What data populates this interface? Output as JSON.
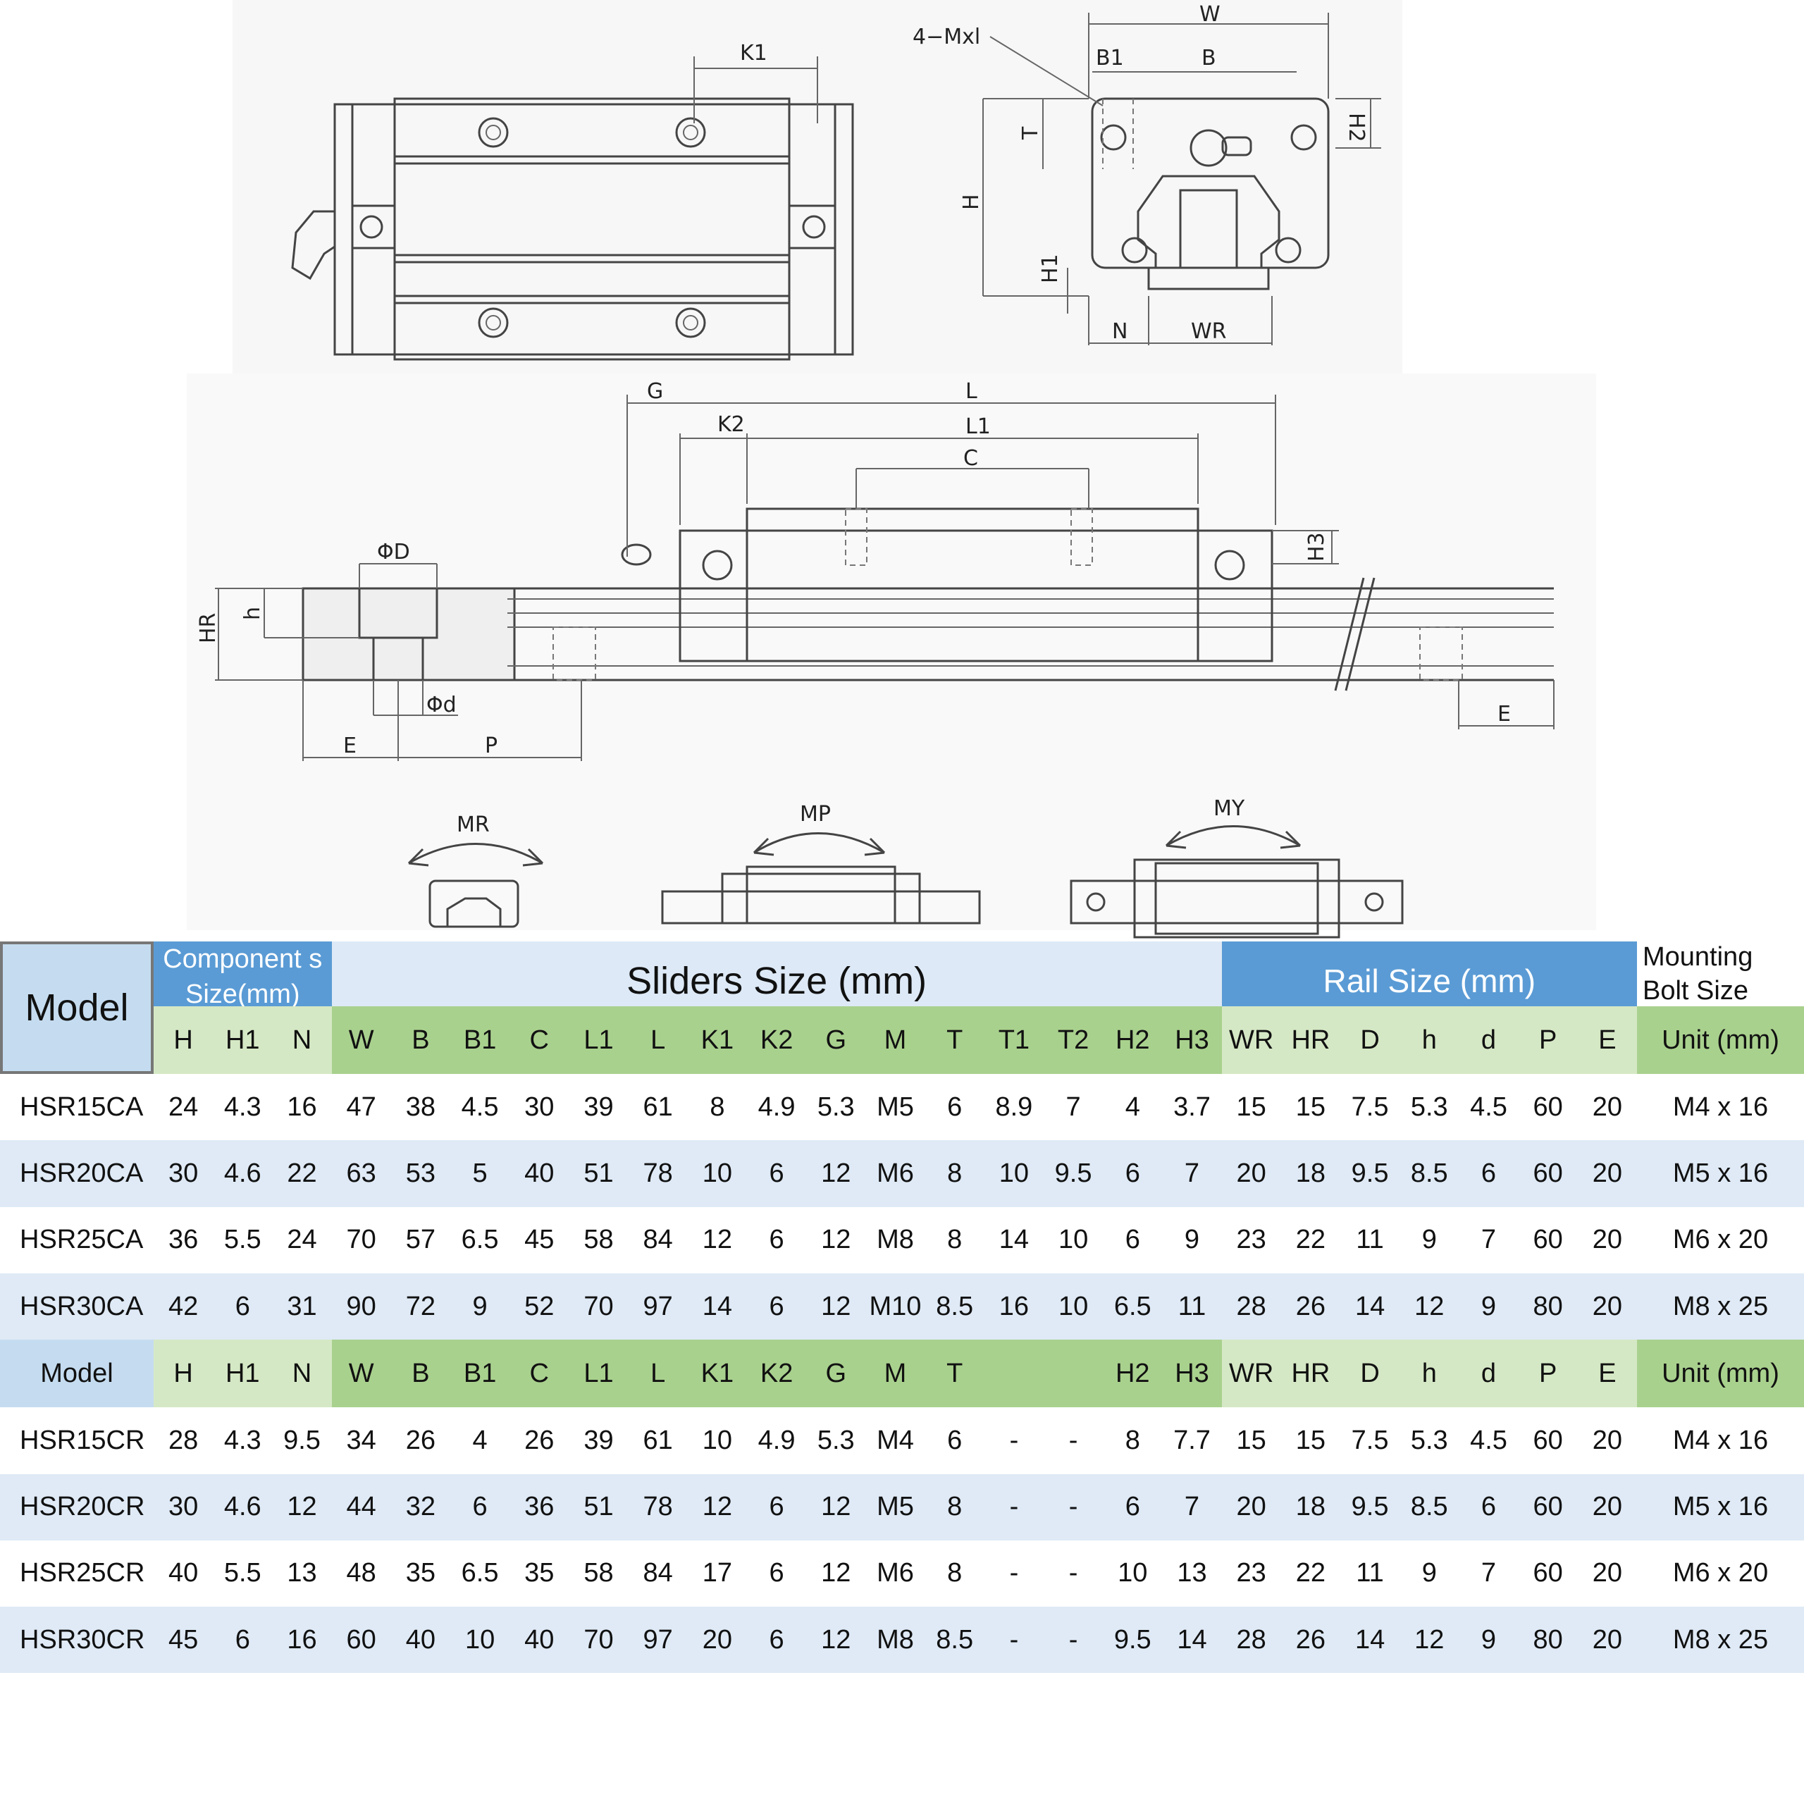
{
  "drawing": {
    "labels": {
      "k1": "K1",
      "mxl": "4−Mxl",
      "w": "W",
      "b1": "B1",
      "b": "B",
      "t": "T",
      "h2": "H2",
      "h": "H",
      "h1": "H1",
      "n": "N",
      "wr": "WR",
      "g": "G",
      "l": "L",
      "k2": "K2",
      "l1": "L1",
      "c": "C",
      "h3": "H3",
      "phi_d_big": "ΦD",
      "hr": "HR",
      "h_small": "h",
      "phi_d_small": "Φd",
      "e_left": "E",
      "p": "P",
      "e_right": "E",
      "mr": "MR",
      "mp": "MP",
      "my": "MY"
    }
  },
  "table": {
    "header": {
      "model": "Model",
      "component_size": "Component s Size(mm)",
      "sliders_size": "Sliders Size (mm)",
      "rail_size": "Rail Size (mm)",
      "mounting_bolt_size": "Mounting Bolt Size"
    },
    "columns": [
      "H",
      "H1",
      "N",
      "W",
      "B",
      "B1",
      "C",
      "L1",
      "L",
      "K1",
      "K2",
      "G",
      "M",
      "T",
      "T1",
      "T2",
      "H2",
      "H3",
      "WR",
      "HR",
      "D",
      "h",
      "d",
      "P",
      "E",
      "Unit (mm)"
    ],
    "ca_rows": [
      [
        "HSR15CA",
        "24",
        "4.3",
        "16",
        "47",
        "38",
        "4.5",
        "30",
        "39",
        "61",
        "8",
        "4.9",
        "5.3",
        "M5",
        "6",
        "8.9",
        "7",
        "4",
        "3.7",
        "15",
        "15",
        "7.5",
        "5.3",
        "4.5",
        "60",
        "20",
        "M4 x 16"
      ],
      [
        "HSR20CA",
        "30",
        "4.6",
        "22",
        "63",
        "53",
        "5",
        "40",
        "51",
        "78",
        "10",
        "6",
        "12",
        "M6",
        "8",
        "10",
        "9.5",
        "6",
        "7",
        "20",
        "18",
        "9.5",
        "8.5",
        "6",
        "60",
        "20",
        "M5 x 16"
      ],
      [
        "HSR25CA",
        "36",
        "5.5",
        "24",
        "70",
        "57",
        "6.5",
        "45",
        "58",
        "84",
        "12",
        "6",
        "12",
        "M8",
        "8",
        "14",
        "10",
        "6",
        "9",
        "23",
        "22",
        "11",
        "9",
        "7",
        "60",
        "20",
        "M6 x 20"
      ],
      [
        "HSR30CA",
        "42",
        "6",
        "31",
        "90",
        "72",
        "9",
        "52",
        "70",
        "97",
        "14",
        "6",
        "12",
        "M10",
        "8.5",
        "16",
        "10",
        "6.5",
        "11",
        "28",
        "26",
        "14",
        "12",
        "9",
        "80",
        "20",
        "M8 x 25"
      ]
    ],
    "cr_header": [
      "Model",
      "H",
      "H1",
      "N",
      "W",
      "B",
      "B1",
      "C",
      "L1",
      "L",
      "K1",
      "K2",
      "G",
      "M",
      "T",
      "",
      "",
      "H2",
      "H3",
      "WR",
      "HR",
      "D",
      "h",
      "d",
      "P",
      "E",
      "Unit (mm)"
    ],
    "cr_rows": [
      [
        "HSR15CR",
        "28",
        "4.3",
        "9.5",
        "34",
        "26",
        "4",
        "26",
        "39",
        "61",
        "10",
        "4.9",
        "5.3",
        "M4",
        "6",
        "-",
        "-",
        "8",
        "7.7",
        "15",
        "15",
        "7.5",
        "5.3",
        "4.5",
        "60",
        "20",
        "M4 x 16"
      ],
      [
        "HSR20CR",
        "30",
        "4.6",
        "12",
        "44",
        "32",
        "6",
        "36",
        "51",
        "78",
        "12",
        "6",
        "12",
        "M5",
        "8",
        "-",
        "-",
        "6",
        "7",
        "20",
        "18",
        "9.5",
        "8.5",
        "6",
        "60",
        "20",
        "M5 x 16"
      ],
      [
        "HSR25CR",
        "40",
        "5.5",
        "13",
        "48",
        "35",
        "6.5",
        "35",
        "58",
        "84",
        "17",
        "6",
        "12",
        "M6",
        "8",
        "-",
        "-",
        "10",
        "13",
        "23",
        "22",
        "11",
        "9",
        "7",
        "60",
        "20",
        "M6 x 20"
      ],
      [
        "HSR30CR",
        "45",
        "6",
        "16",
        "60",
        "40",
        "10",
        "40",
        "70",
        "97",
        "20",
        "6",
        "12",
        "M8",
        "8.5",
        "-",
        "-",
        "9.5",
        "14",
        "28",
        "26",
        "14",
        "12",
        "9",
        "80",
        "20",
        "M8 x 25"
      ]
    ]
  },
  "colors": {
    "header_blue": "#5a9bd5",
    "light_blue": "#dde9f6",
    "green": "#a9d18e",
    "light_green": "#d5e8c5"
  }
}
